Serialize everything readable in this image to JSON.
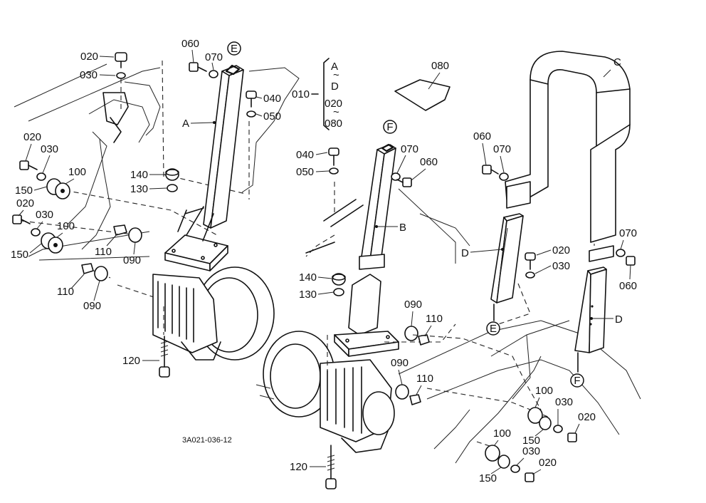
{
  "callouts": {
    "c020_tl": "020",
    "c030_tl": "030",
    "c060_t": "060",
    "c070_t": "070",
    "c040_l": "040",
    "c050_l": "050",
    "c020_l1": "020",
    "c030_l1": "030",
    "c100_l1": "100",
    "c150_l1": "150",
    "c140_l": "140",
    "c130_l": "130",
    "c020_l2": "020",
    "c030_l2": "030",
    "c100_l2": "100",
    "c150_l2": "150",
    "c110_l1": "110",
    "c090_l1": "090",
    "c110_l2": "110",
    "c090_l2": "090",
    "c120_l": "120",
    "c080": "080",
    "c040_m": "040",
    "c050_m": "050",
    "c070_m": "070",
    "c060_m": "060",
    "c140_m": "140",
    "c130_m": "130",
    "c090_m1": "090",
    "c110_m1": "110",
    "c090_m2": "090",
    "c110_m2": "110",
    "c120_m": "120",
    "c060_r1": "060",
    "c070_r1": "070",
    "c020_r": "020",
    "c030_r": "030",
    "c070_r2": "070",
    "c060_r2": "060",
    "c100_r1": "100",
    "c030_r1": "030",
    "c150_r1": "150",
    "c020_r1": "020",
    "c100_r2": "100",
    "c030_r2": "030",
    "c150_r2": "150",
    "c020_r2": "020"
  },
  "letters": {
    "A": "A",
    "B": "B",
    "C": "C",
    "D1": "D",
    "D2": "D",
    "E_top": "E",
    "E_bot": "E",
    "F_top": "F",
    "F_bot": "F"
  },
  "group_010": {
    "label": "010",
    "items": [
      "A",
      "~",
      "D",
      "020",
      "~",
      "080"
    ]
  },
  "drawing_number": "3A021-036-12"
}
